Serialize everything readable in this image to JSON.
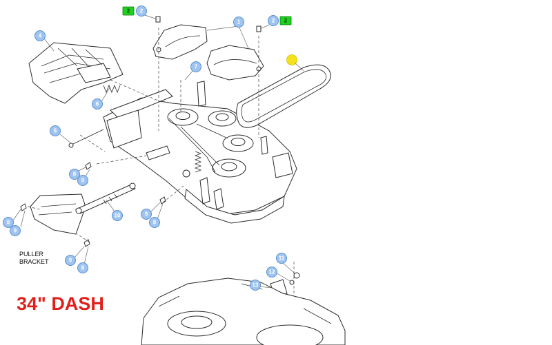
{
  "title": "34\" DASH",
  "label_puller_bracket": "PULLER\nBRACKET",
  "colors": {
    "title_red": "#e0201c",
    "callout_blue": "#9ec4ef",
    "quantity_green": "#1fd01f",
    "highlight_yellow": "#f5e11a"
  },
  "callouts": [
    "1",
    "2",
    "2",
    "4",
    "5",
    "6",
    "7",
    "8",
    "9",
    "8",
    "9",
    "8",
    "9",
    "8",
    "9",
    "10",
    "11",
    "12",
    "13"
  ],
  "quantity_tags": [
    "2",
    "2"
  ]
}
